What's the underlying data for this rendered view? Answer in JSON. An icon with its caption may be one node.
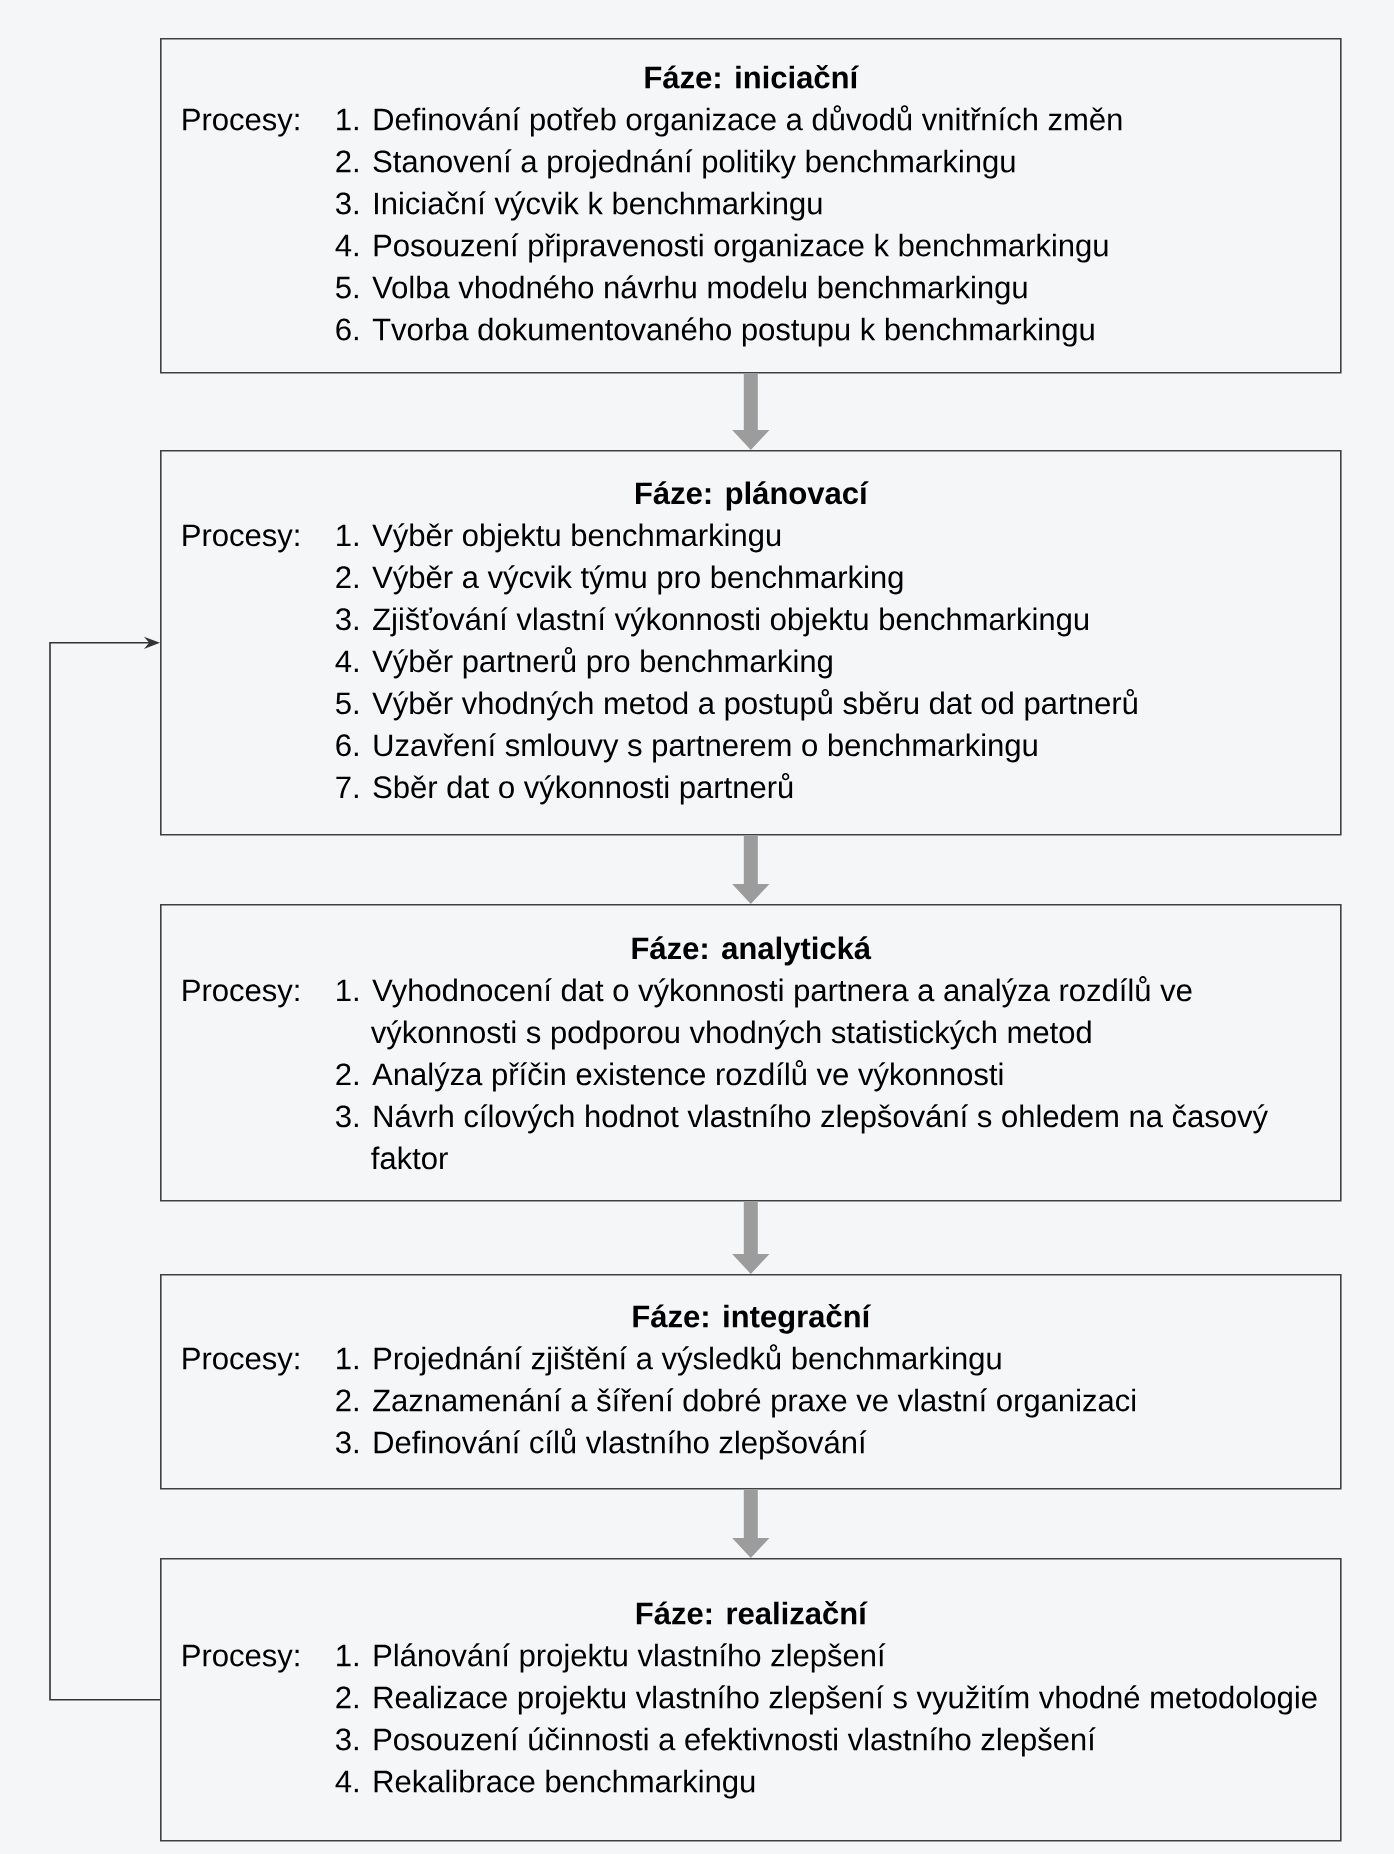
{
  "diagram": {
    "nodes": [
      {
        "text": [
          "Fáze: iniciační",
          "Procesy:",
          "1. Definování potřeb organizace a důvodů vnitřních změn",
          "2. Stanovení a projednání politiky benchmarkingu",
          "3. Iniciační výcvik k benchmarkingu",
          "4. Posouzení připravenosti organizace k benchmarkingu",
          "5. Volba vhodného návrhu modelu benchmarkingu",
          "6. Tvorba dokumentovaného postupu k benchmarkingu"
        ]
      },
      {
        "text": [
          "Fáze: plánovací",
          "Procesy:",
          "1. Výběr objektu benchmarkingu",
          "2. Výběr a výcvik týmu pro benchmarking",
          "3. Zjišťování vlastní výkonnosti objektu benchmarkingu",
          "4. Výběr partnerů pro benchmarking",
          "5. Výběr vhodných metod a postupů sběru dat od partnerů",
          "6. Uzavření smlouvy s partnerem o benchmarkingu",
          "7. Sběr dat o výkonnosti partnerů"
        ]
      },
      {
        "text": [
          "Fáze: analytická",
          "Procesy:",
          "1. Vyhodnocení dat o výkonnosti partnera a analýza rozdílů ve výkonnosti s podporou vhodných statistických metod",
          "2. Analýza příčin existence rozdílů ve výkonnosti",
          "3. Návrh cílových hodnot vlastního zlepšování s ohledem na časový faktor"
        ]
      },
      {
        "text": [
          "Fáze: integrační",
          "Procesy:",
          "1. Projednání zjištění a výsledků benchmarkingu",
          "2. Zaznamenání a šíření dobré praxe ve vlastní organizaci",
          "3. Definování cílů vlastního zlepšování"
        ]
      },
      {
        "text": [
          "Fáze: realizační",
          "Procesy:",
          "1. Plánování projektu vlastního zlepšení",
          "2. Realizace projektu vlastního zlepšení s využitím vhodné metodologie",
          "3. Posouzení účinnosti a efektivnosti vlastního zlepšení",
          "4. Rekalibrace benchmarkingu"
        ]
      }
    ],
    "edges": [
      {
        "from": 0,
        "to": 1,
        "arrow": "to"
      },
      {
        "from": 1,
        "to": 2,
        "arrow": "to"
      },
      {
        "from": 2,
        "to": 3,
        "arrow": "to"
      },
      {
        "from": 3,
        "to": 4,
        "arrow": "to"
      },
      {
        "from": 4,
        "to": 1,
        "arrow": "to",
        "color": "#333333"
      }
    ]
  }
}
